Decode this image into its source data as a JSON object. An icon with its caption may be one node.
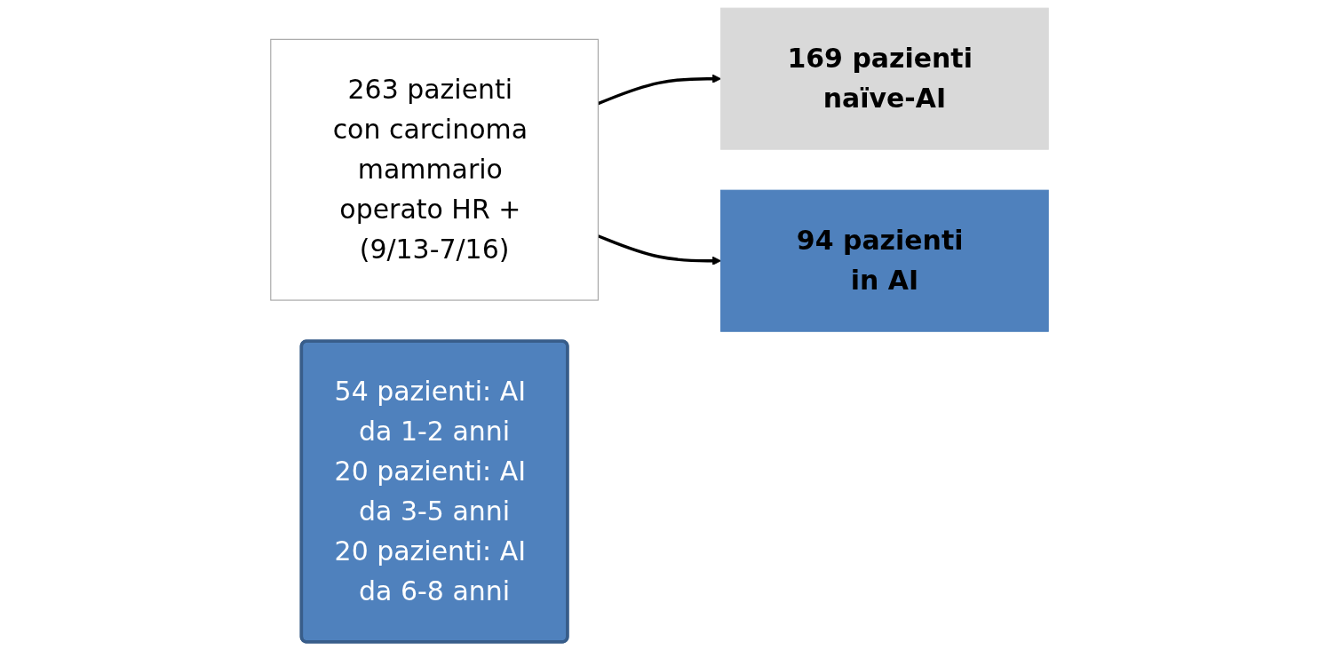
{
  "diagram": {
    "nodes": [
      {
        "text": [
          "263 pazienti con carcinoma mammario operato HR + (9/13-7/16)"
        ]
      },
      {
        "text": [
          "169 pazienti naïve-AI"
        ]
      },
      {
        "text": [
          "94 pazienti in AI"
        ]
      },
      {
        "text": [
          "54 pazienti: AI da 1-2 anni",
          "20 pazienti: AI da 3-5 anni",
          "20 pazienti: AI da 6-8 anni"
        ]
      }
    ],
    "edges": [
      {
        "from": 0,
        "to": 1,
        "arrow": "to"
      },
      {
        "from": 0,
        "to": 2,
        "arrow": "to"
      }
    ]
  }
}
